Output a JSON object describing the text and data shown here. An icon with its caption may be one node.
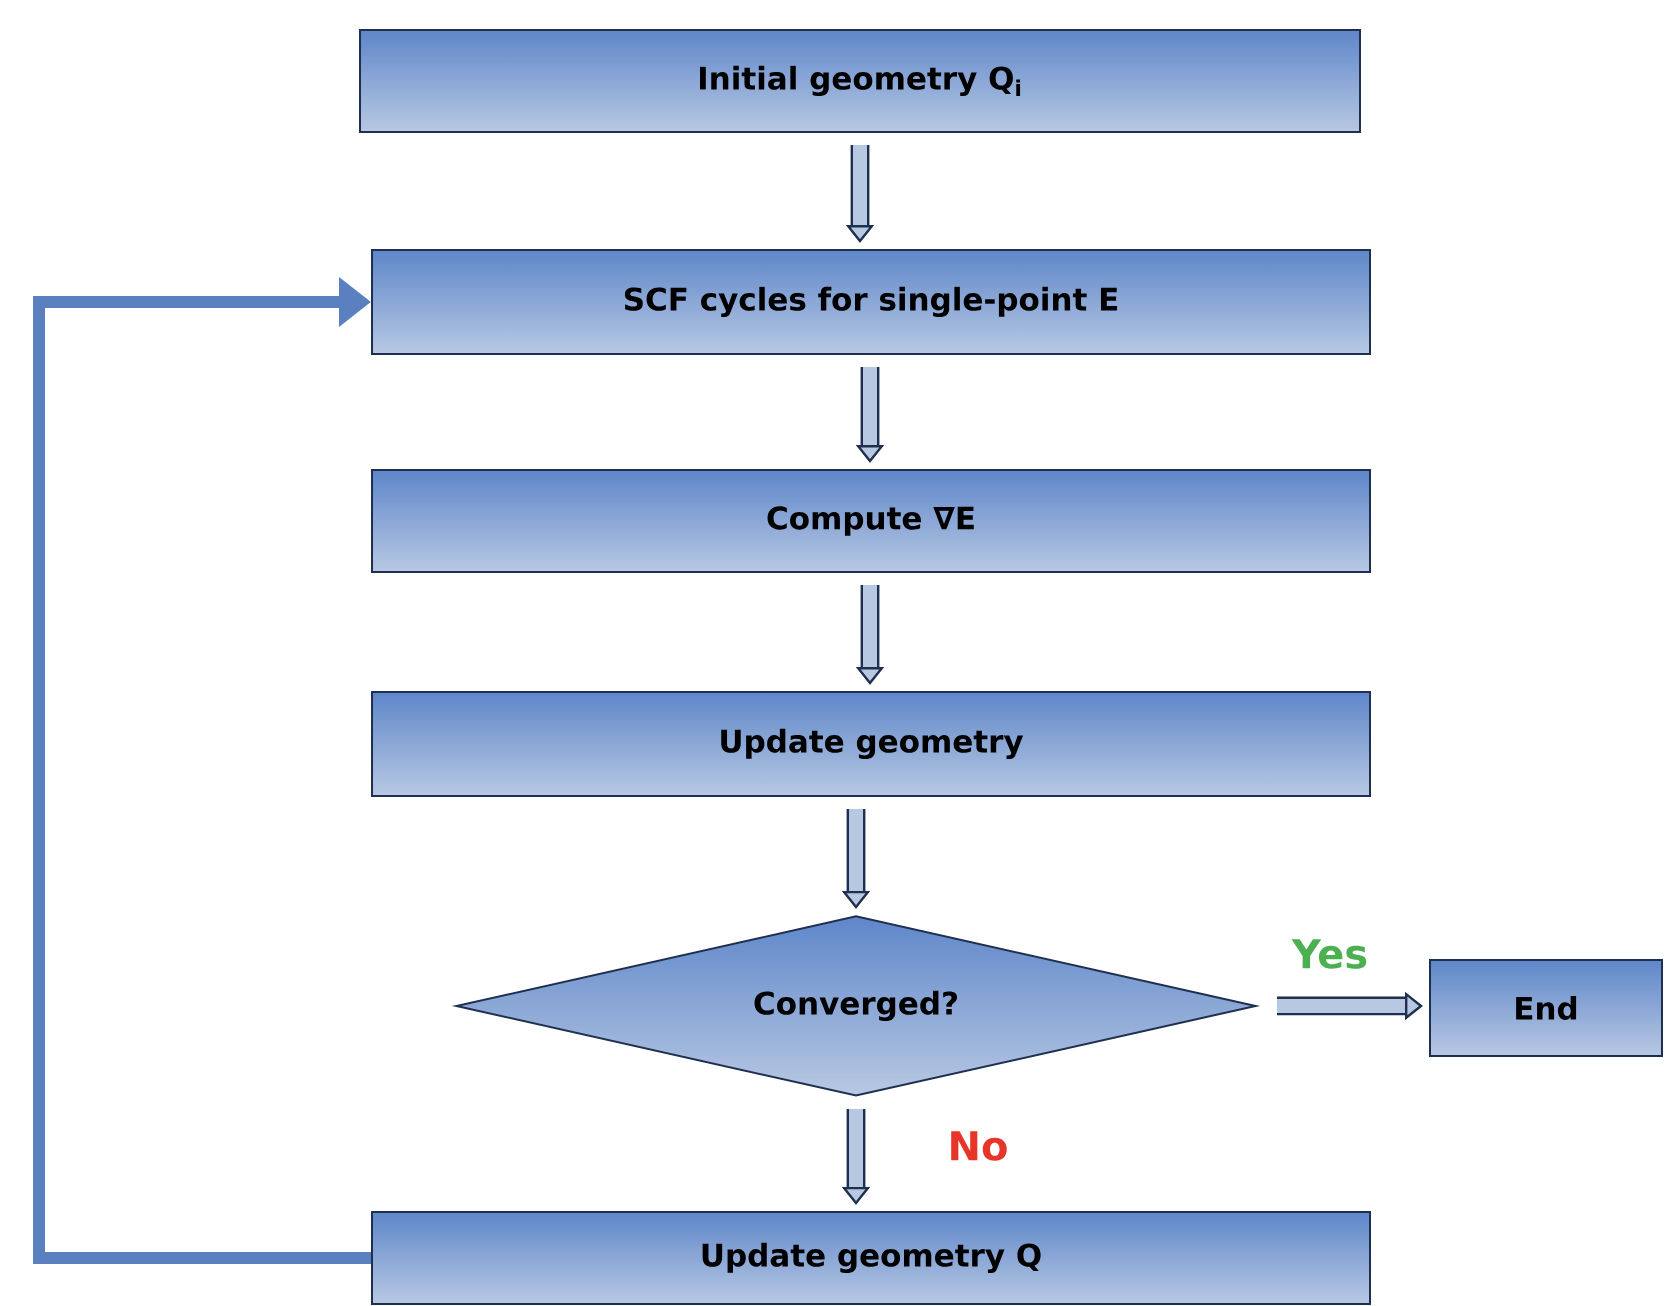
{
  "diagram": {
    "nodes": [
      {
        "text": [
          "Initial geometry Q$_{i}$"
        ]
      },
      {
        "text": [
          "SCF cycles for single-point E"
        ]
      },
      {
        "text": [
          "Compute ∇E"
        ]
      },
      {
        "text": [
          "Update geometry"
        ]
      },
      {
        "text": [
          "Converged?"
        ]
      },
      {
        "text": [
          "End"
        ]
      },
      {
        "text": [
          "Update geometry Q"
        ]
      }
    ],
    "edges": [
      {
        "from": 0,
        "to": 1,
        "arrow": "to"
      },
      {
        "from": 1,
        "to": 2,
        "arrow": "to"
      },
      {
        "from": 2,
        "to": 3,
        "arrow": "to"
      },
      {
        "from": 3,
        "to": 4,
        "arrow": "to"
      },
      {
        "from": 4,
        "to": 5,
        "arrow": "to",
        "label": "Yes"
      },
      {
        "from": 4,
        "to": 6,
        "arrow": "to",
        "label": "No"
      },
      {
        "from": 6,
        "to": 1,
        "arrow": "to",
        "color": "#5b80c0"
      }
    ]
  }
}
